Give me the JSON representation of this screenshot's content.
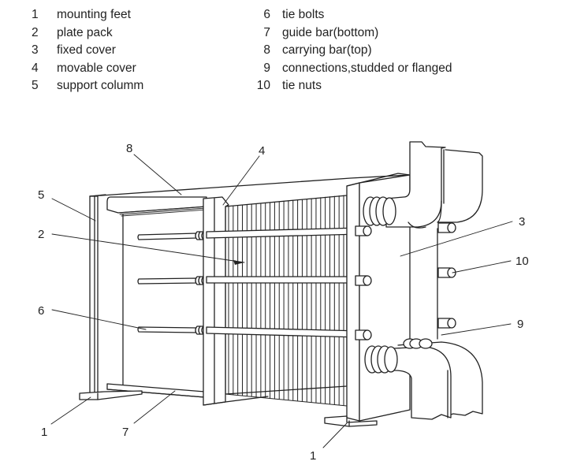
{
  "legend": {
    "left": [
      {
        "num": "1",
        "label": "mounting feet"
      },
      {
        "num": "2",
        "label": "plate pack"
      },
      {
        "num": "3",
        "label": "fixed cover"
      },
      {
        "num": "4",
        "label": "movable cover"
      },
      {
        "num": "5",
        "label": "support columm"
      }
    ],
    "right": [
      {
        "num": "6",
        "label": "tie bolts"
      },
      {
        "num": "7",
        "label": "guide bar(bottom)"
      },
      {
        "num": "8",
        "label": "carrying bar(top)"
      },
      {
        "num": "9",
        "label": "connections,studded or flanged"
      },
      {
        "num": "10",
        "label": "tie nuts"
      }
    ]
  },
  "callouts": {
    "c8": "8",
    "c4": "4",
    "c5": "5",
    "c2": "2",
    "c3": "3",
    "c10": "10",
    "c6": "6",
    "c9": "9",
    "c1a": "1",
    "c7": "7",
    "c1b": "1"
  },
  "colors": {
    "line": "#222222",
    "background": "#ffffff"
  }
}
